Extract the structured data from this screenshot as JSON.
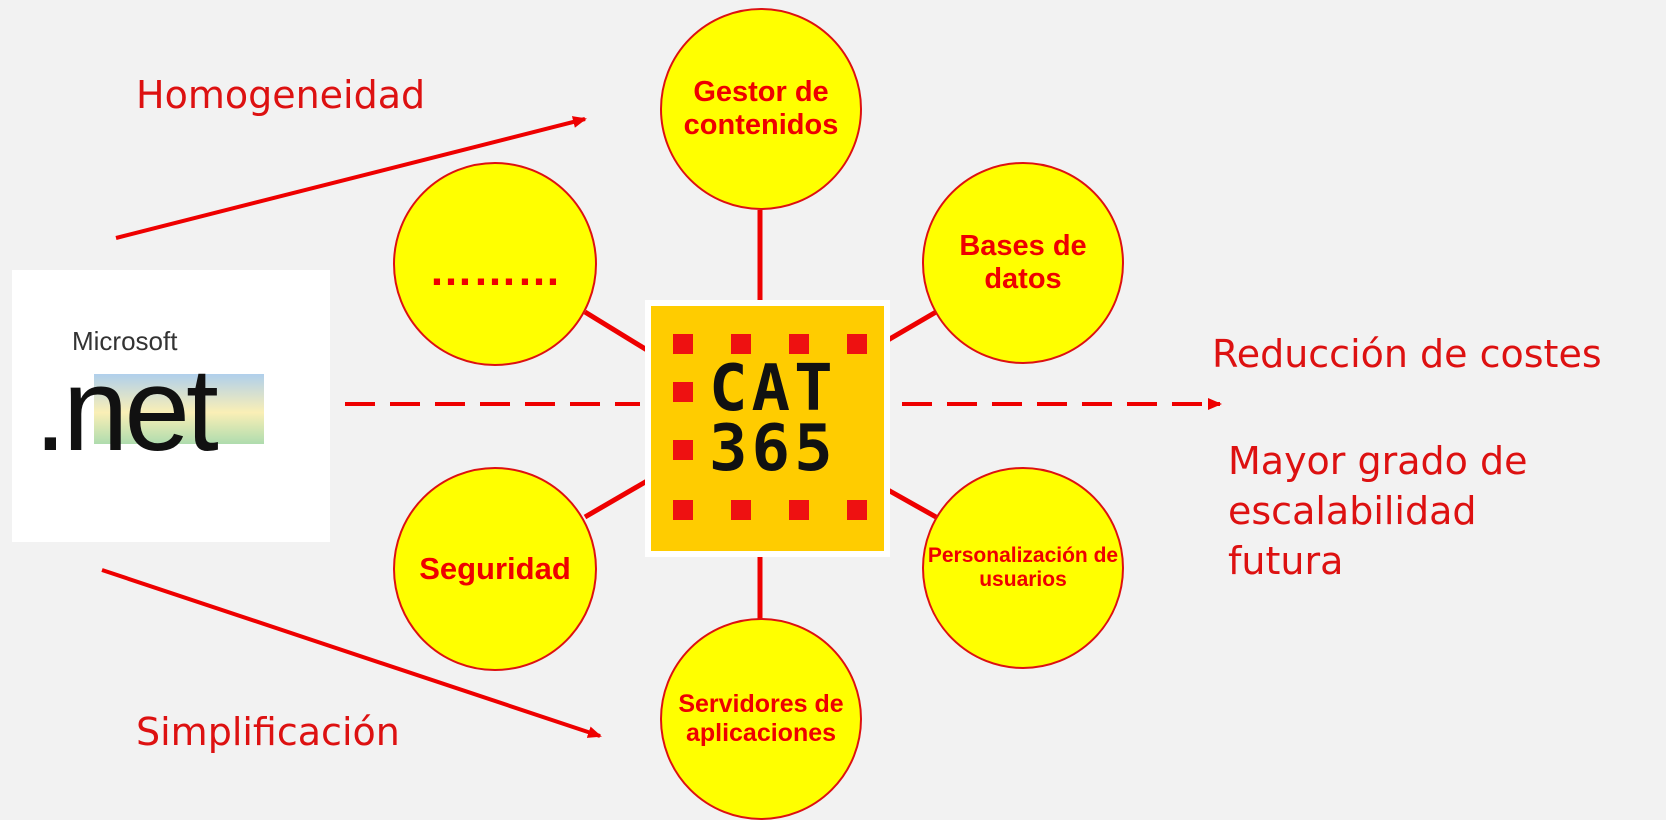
{
  "labels": {
    "homogeneity": "Homogeneidad",
    "simplification": "Simplificación",
    "cost_reduction": "Reducción de costes",
    "scalability": "Mayor grado de escalabilidad futura"
  },
  "nodes": {
    "content_manager": "Gestor de contenidos",
    "databases": "Bases de datos",
    "user_personalization": "Personalización de usuarios",
    "app_servers": "Servidores de aplicaciones",
    "security": "Seguridad",
    "more": "………"
  },
  "logos": {
    "ms_brand": "Microsoft",
    "ms_product": ".net",
    "cat_line1": "CAT",
    "cat_line2": "365"
  },
  "colors": {
    "background": "#f2f2f2",
    "accent_red": "#ee0000",
    "node_fill": "#ffff00",
    "cat_fill": "#ffcc00"
  }
}
